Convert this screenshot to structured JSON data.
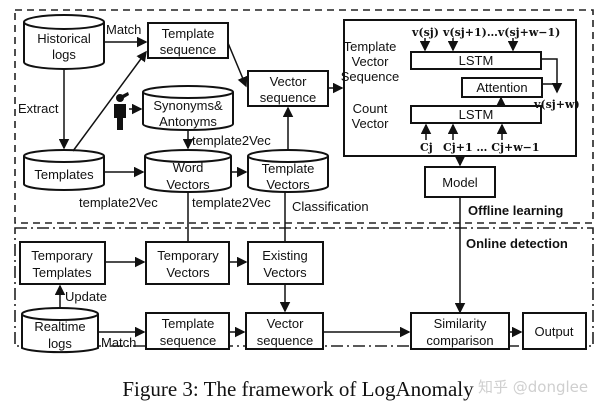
{
  "figure": {
    "caption": "Figure 3: The framework of LogAnomaly",
    "watermark": "知乎 @donglee"
  },
  "regions": {
    "offline": "Offline learning",
    "online": "Online detection"
  },
  "offline_nodes": {
    "historical_logs": [
      "Historical",
      "logs"
    ],
    "template_sequence": [
      "Template",
      "sequence"
    ],
    "synonyms": [
      "Synonyms&",
      "Antonyms"
    ],
    "templates": "Templates",
    "word_vectors": [
      "Word",
      "Vectors"
    ],
    "template_vectors": [
      "Template",
      "Vectors"
    ],
    "vector_sequence": [
      "Vector",
      "sequence"
    ],
    "model": "Model"
  },
  "offline_edges": {
    "match": "Match",
    "extract": "Extract",
    "t2v_1": "template2Vec",
    "t2v_2": "template2Vec",
    "t2v_3": "template2Vec",
    "classification": "Classification"
  },
  "network": {
    "input_label_1": [
      "Template",
      "Vector",
      "Sequence"
    ],
    "input_label_2": [
      "Count",
      "Vector"
    ],
    "lstm_top": "LSTM",
    "lstm_bottom": "LSTM",
    "attention": "Attention",
    "v_inputs": [
      "v(sj)",
      "v(sj+1)…v(sj+w−1)"
    ],
    "v_output": "v(sj+w)",
    "c_inputs": [
      "Cj",
      "Cj+1 … Cj+w−1"
    ]
  },
  "online_nodes": {
    "temporary_templates": [
      "Temporary",
      "Templates"
    ],
    "temporary_vectors": [
      "Temporary",
      "Vectors"
    ],
    "existing_vectors": [
      "Existing",
      "Vectors"
    ],
    "realtime_logs": [
      "Realtime",
      "logs"
    ],
    "template_sequence": [
      "Template",
      "sequence"
    ],
    "vector_sequence": [
      "Vector",
      "sequence"
    ],
    "similarity": [
      "Similarity",
      "comparison"
    ],
    "output": "Output"
  },
  "online_edges": {
    "update": "Update",
    "match": "Match"
  }
}
